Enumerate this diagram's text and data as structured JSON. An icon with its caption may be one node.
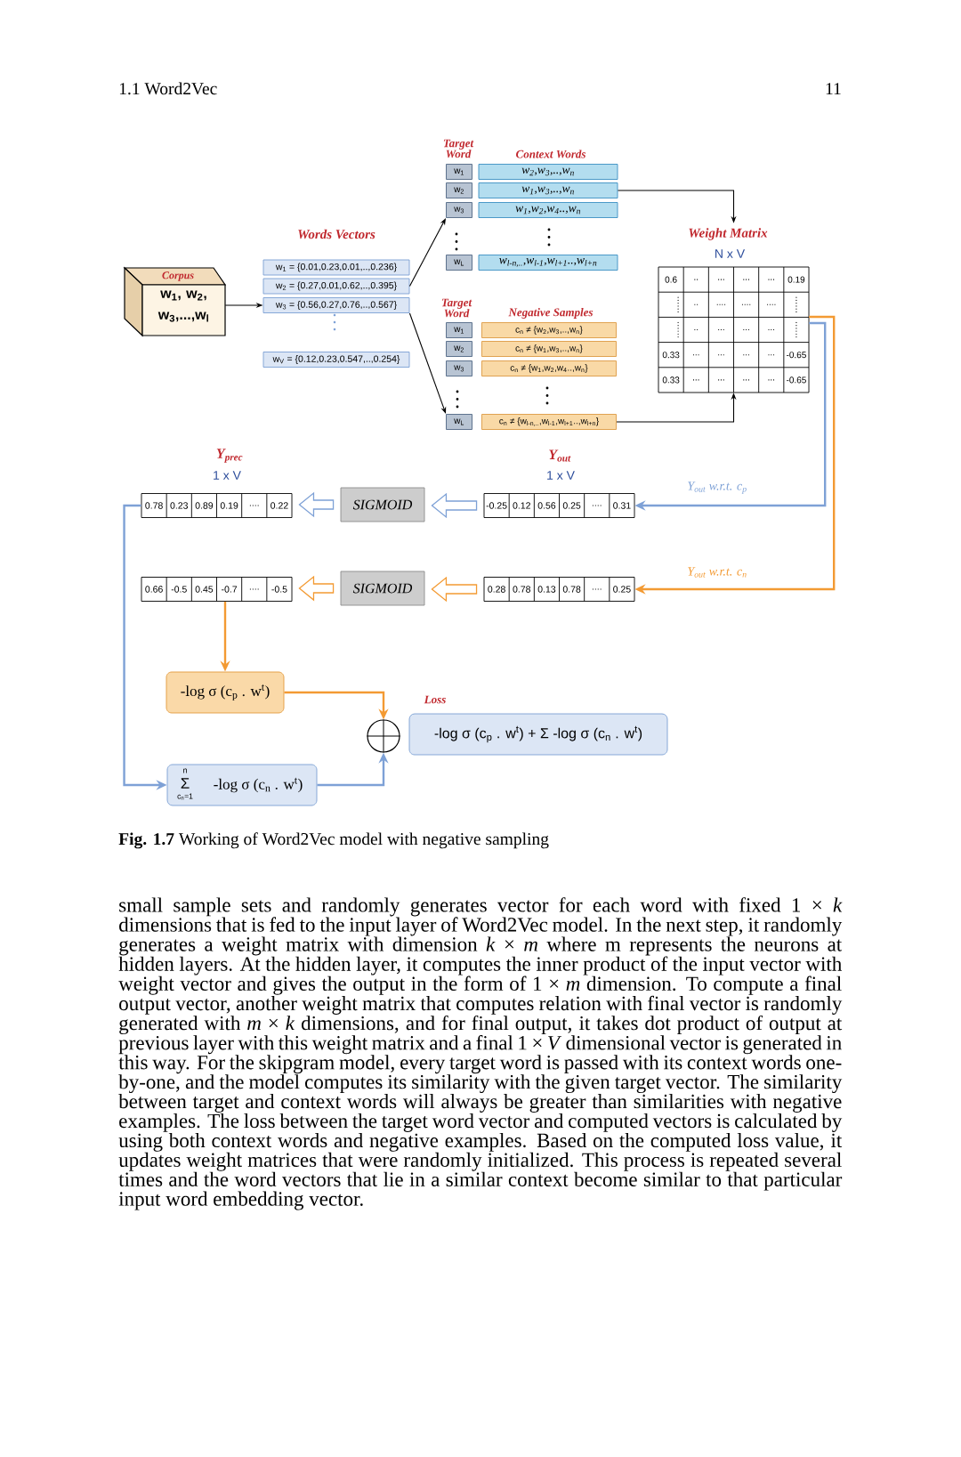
{
  "diagram": {
    "caption": "**Fig. 1.7** Working of Word2Vec model with negative sampling",
    "nodes": [
      {
        "text": [
          "Corpus",
          "w$_{1}$, w$_{2}$, w$_{3}$,...,w$_{l}$"
        ]
      },
      {
        "text": [
          "w$_{1}$ = {0.01,0.23,0.01,..,0.236}"
        ]
      },
      {
        "text": [
          "w$_{2}$ = {0.27,0.01,0.62,..,0.395}"
        ]
      },
      {
        "text": [
          "w$_{3}$ = {0.56,0.27,0.76,..,0.567}"
        ]
      },
      {
        "text": [
          "w$_{V}$ = {0.12,0.23,0.547,..,0.254}"
        ]
      },
      {
        "text": [
          "w$_{1}$"
        ]
      },
      {
        "text": [
          "w$_{2}$,w$_{3}$,..,w$_{n}$"
        ]
      },
      {
        "text": [
          "w$_{2}$"
        ]
      },
      {
        "text": [
          "w$_{1}$,w$_{3}$,..,w$_{n}$"
        ]
      },
      {
        "text": [
          "w$_{3}$"
        ]
      },
      {
        "text": [
          "w$_{1}$,w$_{2}$,w$_{4}$..,w$_{n}$"
        ]
      },
      {
        "text": [
          "w$_{L}$"
        ]
      },
      {
        "text": [
          "w$_{l-n,..}$,w$_{l-1}$,w$_{l+1}$..,w$_{l+n}$"
        ]
      },
      {
        "text": [
          "w$_{1}$"
        ]
      },
      {
        "text": [
          "c$_{n}$ ≠ {w$_{2}$,w$_{3}$,..,w$_{n}$}"
        ]
      },
      {
        "text": [
          "w$_{2}$"
        ]
      },
      {
        "text": [
          "c$_{n}$ ≠ {w$_{1}$,w$_{3}$,..,w$_{n}$}"
        ]
      },
      {
        "text": [
          "w$_{3}$"
        ]
      },
      {
        "text": [
          "c$_{n}$ ≠ {w$_{1}$,w$_{2}$,w$_{4}$..,w$_{n}$}"
        ]
      },
      {
        "text": [
          "w$_{L}$"
        ]
      },
      {
        "text": [
          "c$_{n}$ ≠ {w$_{l-n,..}$,w$_{l-1}$,w$_{l+1}$..,w$_{l+n}$}"
        ]
      },
      {
        "text": [
          "Weight Matrix",
          "N x V",
          "0.6",
          "..",
          "...",
          "...",
          "...",
          "0.19",
          "..",
          "....",
          "....",
          "....",
          "..",
          "...",
          "...",
          "...",
          "0.33",
          "...",
          "...",
          "...",
          "...",
          "-0.65",
          "0.33",
          "...",
          "...",
          "...",
          "...",
          "-0.65"
        ]
      },
      {
        "text": [
          "Y$_{prec}$",
          "1 x V",
          "0.78",
          "0.23",
          "0.89",
          "0.19",
          "....",
          "0.22"
        ]
      },
      {
        "text": [
          "SIGMOID"
        ]
      },
      {
        "text": [
          "Y$_{out}$",
          "1 x V",
          "-0.25",
          "0.12",
          "0.56",
          "0.25",
          "....",
          "0.31"
        ]
      },
      {
        "text": [
          "0.66",
          "-0.5",
          "0.45",
          "-0.7",
          "....",
          "-0.5"
        ]
      },
      {
        "text": [
          "SIGMOID"
        ]
      },
      {
        "text": [
          "0.28",
          "0.78",
          "0.13",
          "0.78",
          "....",
          "0.25"
        ]
      },
      {
        "text": [
          "-log σ (c$_{p}$ . w$^{t}$)"
        ]
      },
      {
        "text": [],
        "shape": "circle"
      },
      {
        "text": [
          "Loss",
          "-log σ (c$_{p}$ . w$^{t}$) + Σ   -log σ (c$_{n}$ . w$^{t}$)"
        ]
      },
      {
        "text": [
          "n",
          "Σ",
          "c$_{n}$=1",
          "-log σ (c$_{n}$ . w$^{t}$)"
        ]
      }
    ],
    "edges": [
      {
        "from": 0,
        "to": 3,
        "arrow": "to"
      },
      {
        "from": 2,
        "to": 9,
        "arrow": "to"
      },
      {
        "from": 3,
        "to": 19,
        "arrow": "to"
      },
      {
        "from": 8,
        "to": 21,
        "arrow": "to"
      },
      {
        "from": 20,
        "to": 21,
        "arrow": "to"
      },
      {
        "from": 21,
        "to": 24,
        "arrow": "to",
        "color": "#7ea1d6",
        "label": "Y$_{out}$ w.r.t. c$_{p}$"
      },
      {
        "from": 21,
        "to": 27,
        "arrow": "to",
        "color": "#f39a33",
        "label": "Y$_{out}$ w.r.t. c$_{n}$"
      },
      {
        "from": 24,
        "to": 23,
        "arrow": "to",
        "style": "thick",
        "color": "#7ea1d6"
      },
      {
        "from": 23,
        "to": 22,
        "arrow": "to",
        "style": "thick",
        "color": "#7ea1d6"
      },
      {
        "from": 27,
        "to": 26,
        "arrow": "to",
        "style": "thick",
        "color": "#f39a33"
      },
      {
        "from": 26,
        "to": 25,
        "arrow": "to",
        "style": "thick",
        "color": "#f39a33"
      },
      {
        "from": 25,
        "to": 28,
        "arrow": "to",
        "color": "#f39a33"
      },
      {
        "from": 22,
        "to": 31,
        "arrow": "to",
        "color": "#7ea1d6"
      },
      {
        "from": 28,
        "to": 29,
        "arrow": "to",
        "color": "#f39a33"
      },
      {
        "from": 31,
        "to": 29,
        "arrow": "to",
        "color": "#7ea1d6"
      }
    ],
    "labels": [
      "1.1 Word2Vec",
      "11",
      "Target Word",
      "Context Words",
      "Words Vectors",
      "Target Word",
      "Negative Samples",
      "small sample sets and randomly generates vector for each word with fixed 1 × *k* dimensions that is fed to the input layer of Word2Vec model. In the next step, it randomly generates a weight matrix with dimension *k* × *m* where m represents the neurons at hidden layers. At the hidden layer, it computes the inner product of the input vector with weight vector and gives the output in the form of 1 × *m* dimension. To compute a final output vector, another weight matrix that computes relation with final vector is randomly generated with *m* × *k* dimensions, and for final output, it takes dot product of output at previous layer with this weight matrix and a final 1 × *V* dimensional vector is generated in this way. For the skipgram model, every target word is passed with its context words one-by-one, and the model computes its similarity with the given target vector. The similarity between target and context words will always be greater than similarities with negative examples. The loss between the target word vector and computed vectors is calculated by using both context words and negative examples. Based on the computed loss value, it updates weight matrices that were randomly initialized. This process is repeated several times and the word vectors that lie in a similar context become similar to that particular input word embedding vector."
    ]
  }
}
